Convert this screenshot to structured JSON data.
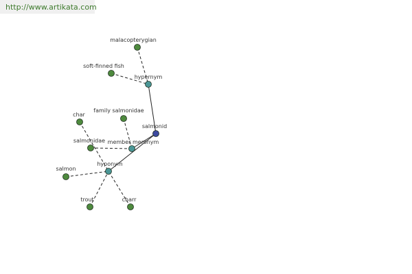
{
  "header": {
    "url": "http://www.artikata.com"
  },
  "colors": {
    "word_node": "#4e8a3e",
    "relation_node": "#4a9696",
    "center_node": "#3d4aa0",
    "edge": "#222222"
  },
  "nodes": [
    {
      "id": "malacopterygian",
      "label": "malacopterygian",
      "kind": "word"
    },
    {
      "id": "soft-finned-fish",
      "label": "soft-finned fish",
      "kind": "word"
    },
    {
      "id": "hypernym",
      "label": "hypernym",
      "kind": "relation"
    },
    {
      "id": "char",
      "label": "char",
      "kind": "word"
    },
    {
      "id": "family-salmonidae",
      "label": "family salmonidae",
      "kind": "word"
    },
    {
      "id": "salmonid",
      "label": "salmonid",
      "kind": "center"
    },
    {
      "id": "salmonidae",
      "label": "salmonidae",
      "kind": "word"
    },
    {
      "id": "member-meronym",
      "label": "member meronym",
      "kind": "relation"
    },
    {
      "id": "hyponym",
      "label": "hyponym",
      "kind": "relation"
    },
    {
      "id": "salmon",
      "label": "salmon",
      "kind": "word"
    },
    {
      "id": "trout",
      "label": "trout",
      "kind": "word"
    },
    {
      "id": "charr",
      "label": "charr",
      "kind": "word"
    }
  ],
  "edges": [
    {
      "from": "malacopterygian",
      "to": "hypernym",
      "style": "dashed"
    },
    {
      "from": "soft-finned-fish",
      "to": "hypernym",
      "style": "dashed"
    },
    {
      "from": "hypernym",
      "to": "salmonid",
      "style": "solid"
    },
    {
      "from": "family-salmonidae",
      "to": "member-meronym",
      "style": "dashed"
    },
    {
      "from": "salmonidae",
      "to": "member-meronym",
      "style": "dashed"
    },
    {
      "from": "member-meronym",
      "to": "salmonid",
      "style": "solid"
    },
    {
      "from": "hyponym",
      "to": "salmonid",
      "style": "solid"
    },
    {
      "from": "char",
      "to": "hyponym",
      "style": "dashed"
    },
    {
      "from": "salmon",
      "to": "hyponym",
      "style": "dashed"
    },
    {
      "from": "trout",
      "to": "hyponym",
      "style": "dashed"
    },
    {
      "from": "charr",
      "to": "hyponym",
      "style": "dashed"
    }
  ]
}
